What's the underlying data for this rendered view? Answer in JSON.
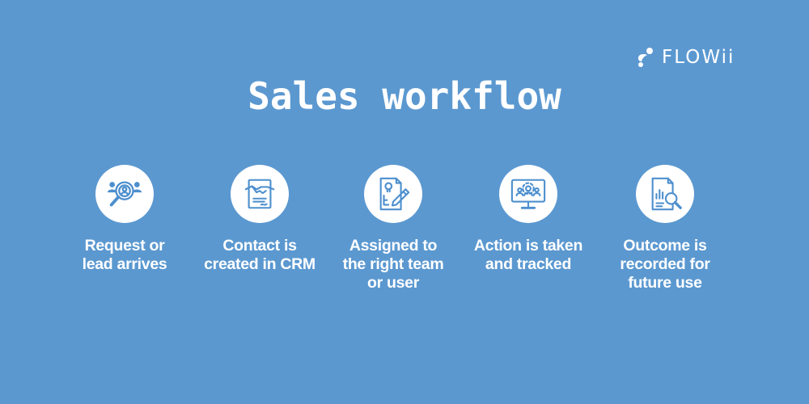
{
  "brand": {
    "name": "FLOWii"
  },
  "title": "Sales workflow",
  "steps": [
    {
      "icon": "search-person-icon",
      "label_lines": [
        "Request or",
        "lead arrives"
      ]
    },
    {
      "icon": "handshake-contract-icon",
      "label_lines": [
        "Contact is",
        "created in CRM"
      ]
    },
    {
      "icon": "document-pencil-icon",
      "label_lines": [
        "Assigned to",
        "the right team",
        "or user"
      ]
    },
    {
      "icon": "monitor-team-icon",
      "label_lines": [
        "Action is taken",
        "and tracked"
      ]
    },
    {
      "icon": "report-search-icon",
      "label_lines": [
        "Outcome is",
        "recorded for",
        "future use"
      ]
    }
  ],
  "colors": {
    "background": "#5b98d0",
    "foreground": "#ffffff",
    "icon": "#4d8fce"
  }
}
